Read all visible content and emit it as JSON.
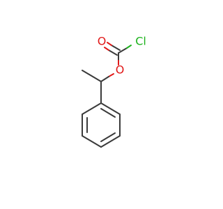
{
  "molecule": {
    "atoms": {
      "oxygen_carbonyl": {
        "label": "O",
        "color": "#e11919"
      },
      "oxygen_ester": {
        "label": "O",
        "color": "#e11919"
      },
      "chlorine": {
        "label": "Cl",
        "color": "#1db21d"
      }
    },
    "colors": {
      "bond": "#3a3a3a",
      "oxygen": "#e11919",
      "chlorine": "#1db21d",
      "background": "#ffffff"
    }
  }
}
